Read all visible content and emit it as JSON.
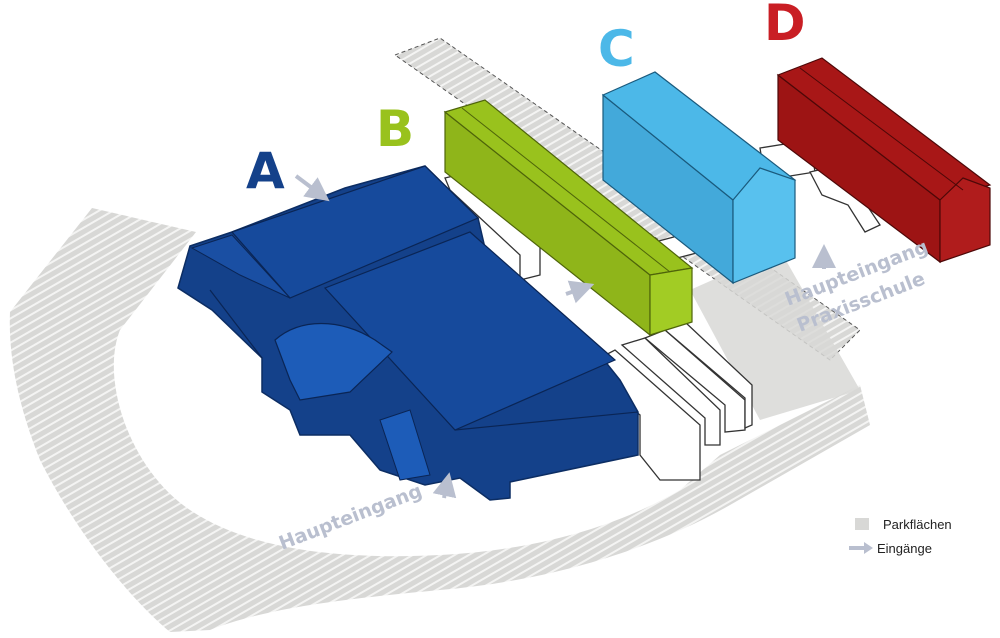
{
  "buildings": [
    {
      "id": "A",
      "label": "A",
      "color": "#14418a"
    },
    {
      "id": "B",
      "label": "B",
      "color": "#99c21d"
    },
    {
      "id": "C",
      "label": "C",
      "color": "#4cb8e8"
    },
    {
      "id": "D",
      "label": "D",
      "color": "#a81717"
    }
  ],
  "entrances": {
    "main": "Haupteingang",
    "school_line1": "Haupteingang",
    "school_line2": "Praxisschule"
  },
  "legend": {
    "parking": "Parkflächen",
    "entrances": "Eingänge"
  },
  "colors": {
    "parking": "#d8d8d6",
    "parking_stripe": "#ffffff",
    "arrow": "#b9bfcf",
    "outline": "#333333"
  }
}
